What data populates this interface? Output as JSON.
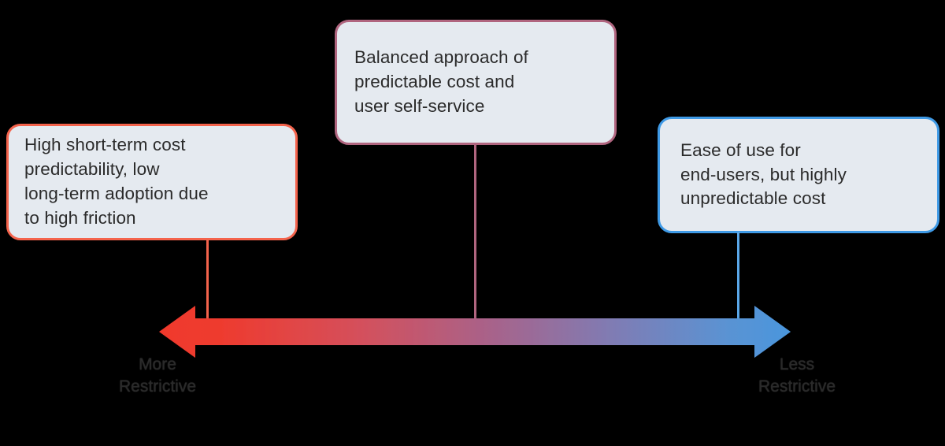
{
  "diagram": {
    "type": "spectrum-axis",
    "orientation": "horizontal",
    "background_color": "#000000",
    "axis": {
      "name": "restrictiveness-spectrum",
      "left_label": "More\nRestrictive",
      "right_label": "Less\nRestrictive",
      "left_color": "#f03a2e",
      "right_color": "#4a96dd",
      "double_headed": true
    },
    "callouts": [
      {
        "id": "left",
        "text": "High short-term cost\npredictability, low\nlong-term adoption due\nto high friction",
        "border_color": "#f4634c",
        "fill_color": "#e5eaf0",
        "position": "left"
      },
      {
        "id": "center",
        "text": "Balanced approach of\npredictable cost and\nuser self-service",
        "border_color": "#b0657f",
        "fill_color": "#e5eaf0",
        "position": "center"
      },
      {
        "id": "right",
        "text": "Ease of use for\nend-users, but highly\nunpredictable cost",
        "border_color": "#3f9ae6",
        "fill_color": "#e5eaf0",
        "position": "right"
      }
    ]
  }
}
